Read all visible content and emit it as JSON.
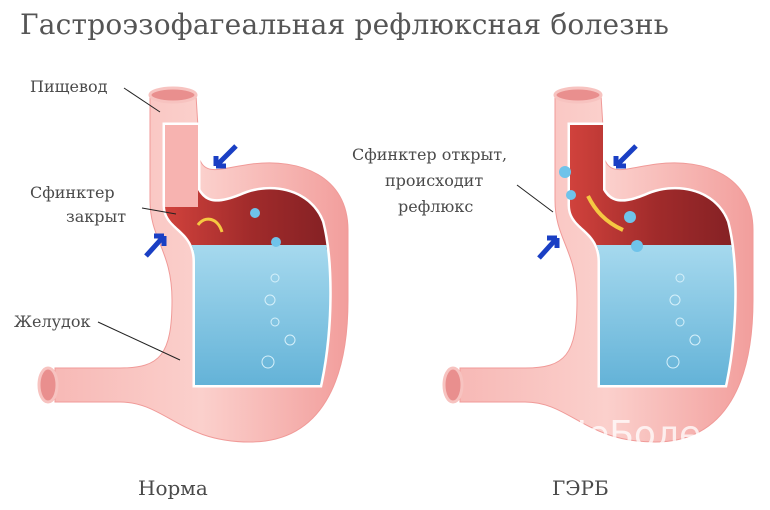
{
  "title": "Гастроэзофагеальная рефлюксная болезнь",
  "normal": {
    "labels": {
      "esophagus": "Пищевод",
      "sphincter_line1": "Сфинктер",
      "sphincter_line2": "закрыт",
      "stomach": "Желудок"
    },
    "caption": "Норма"
  },
  "gerd": {
    "labels": {
      "sphincter_line1": "Сфинктер открыт,",
      "sphincter_line2": "происходит",
      "sphincter_line3": "рефлюкс"
    },
    "caption": "ГЭРБ"
  },
  "watermark": "НеБоле",
  "colors": {
    "tissue": "#f4a9a8",
    "gas": "#9e2a2a",
    "acid": "#7cc3e0",
    "arrow": "#1a3fc4",
    "reflux_arrow": "#f5c842"
  }
}
